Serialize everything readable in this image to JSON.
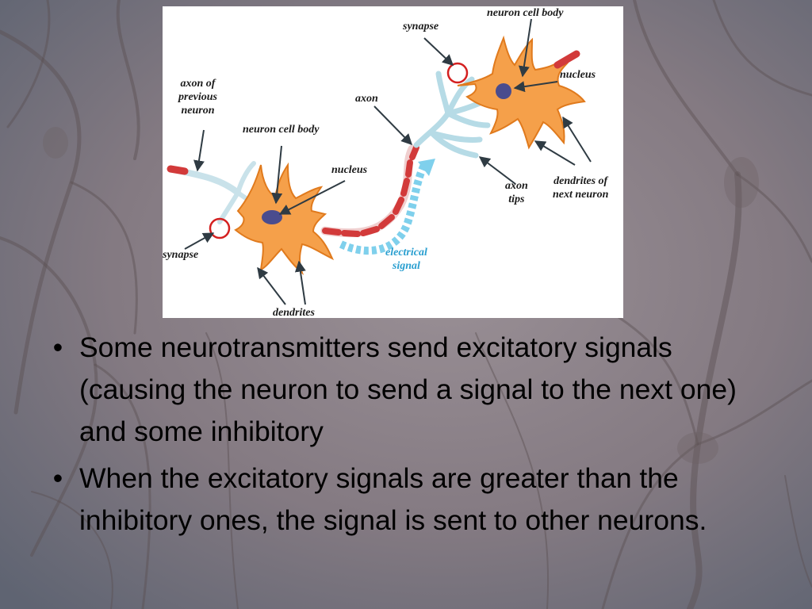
{
  "diagram": {
    "labels": {
      "axon_previous": "axon of\nprevious\nneuron",
      "cell_body_left": "neuron cell body",
      "nucleus_left": "nucleus",
      "synapse_left": "synapse",
      "dendrites_left": "dendrites",
      "axon": "axon",
      "electrical_signal": "electrical\nsignal",
      "synapse_right": "synapse",
      "cell_body_right": "neuron cell body",
      "nucleus_right": "nucleus",
      "axon_tips": "axon\ntips",
      "dendrites_next": "dendrites of\nnext neuron"
    },
    "colors": {
      "neuron_fill": "#f5a04a",
      "neuron_stroke": "#e07a1d",
      "nucleus": "#4a4c8e",
      "axon_segment": "#d23a3a",
      "dendrite_previous": "#c9e2ea",
      "signal_arrow": "#7fd0ec",
      "synapse_circle": "#d42020",
      "label_blue": "#2a9fd0"
    }
  },
  "bullets": [
    {
      "marker": "•",
      "text": "Some neurotransmitters send excitatory signals (causing the neuron to send a signal to the next one) and some inhibitory"
    },
    {
      "marker": "•",
      "text": "When the excitatory signals are greater than the inhibitory ones, the signal is sent to other neurons."
    }
  ]
}
